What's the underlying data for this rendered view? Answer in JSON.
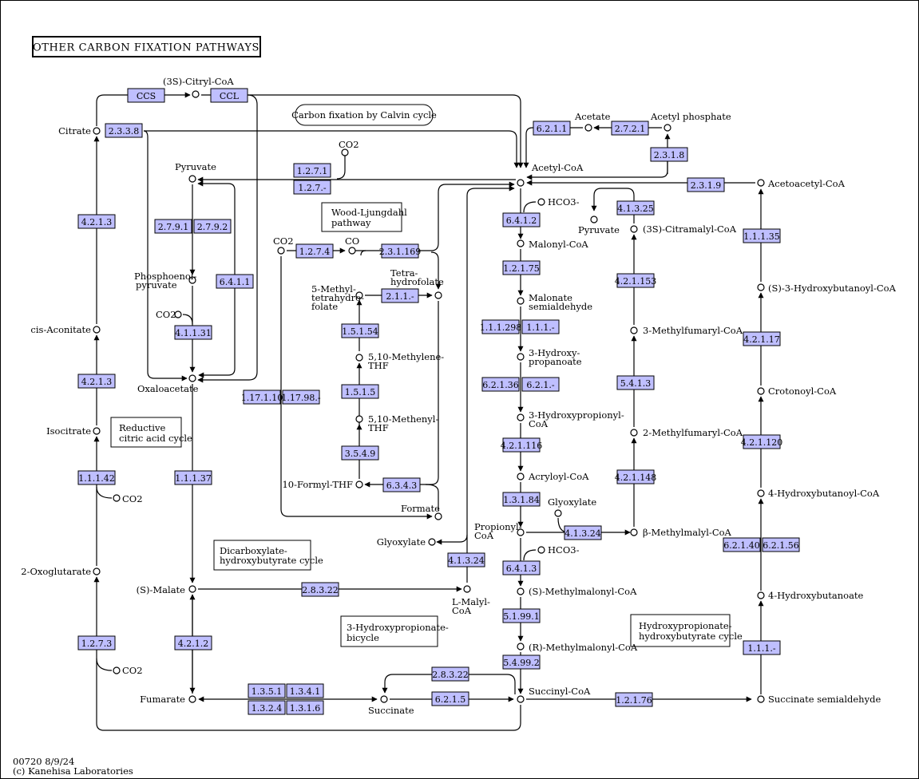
{
  "title": "OTHER CARBON FIXATION PATHWAYS",
  "footer": {
    "map_id": "00720 8/9/24",
    "copyright": "(c) Kanehisa Laboratories"
  },
  "colors": {
    "enzyme_fill": "#bfbfff",
    "stroke": "#000000",
    "background": "#ffffff"
  },
  "map_links": [
    {
      "id": "calvin",
      "lines": [
        "Carbon fixation by Calvin cycle"
      ]
    },
    {
      "id": "wood",
      "lines": [
        "Wood-Ljungdahl",
        "pathway"
      ]
    },
    {
      "id": "reductive",
      "lines": [
        "Reductive",
        "citric acid cycle"
      ]
    },
    {
      "id": "dicarboxylate",
      "lines": [
        "Dicarboxylate-",
        "hydroxybutyrate cycle"
      ]
    },
    {
      "id": "hp_bicycle",
      "lines": [
        "3-Hydroxypropionate-",
        "bicycle"
      ]
    },
    {
      "id": "hp_hb",
      "lines": [
        "Hydroxypropionate-",
        "hydroxybutyrate cycle"
      ]
    }
  ],
  "compounds": [
    {
      "id": "citryl",
      "lines": [
        "(3S)-Citryl-CoA"
      ]
    },
    {
      "id": "citrate",
      "lines": [
        "Citrate"
      ]
    },
    {
      "id": "cisacon",
      "lines": [
        "cis-Aconitate"
      ]
    },
    {
      "id": "isocit",
      "lines": [
        "Isocitrate"
      ]
    },
    {
      "id": "co2_isocit",
      "lines": [
        "CO2"
      ]
    },
    {
      "id": "oxoglut",
      "lines": [
        "2-Oxoglutarate"
      ]
    },
    {
      "id": "co2_oxo",
      "lines": [
        "CO2"
      ]
    },
    {
      "id": "pyruvate",
      "lines": [
        "Pyruvate"
      ]
    },
    {
      "id": "pep",
      "lines": [
        "Phosphoenol-",
        "pyruvate"
      ]
    },
    {
      "id": "co2_pep",
      "lines": [
        "CO2"
      ]
    },
    {
      "id": "oaa",
      "lines": [
        "Oxaloacetate"
      ]
    },
    {
      "id": "malate",
      "lines": [
        "(S)-Malate"
      ]
    },
    {
      "id": "fumarate",
      "lines": [
        "Fumarate"
      ]
    },
    {
      "id": "succinate",
      "lines": [
        "Succinate"
      ]
    },
    {
      "id": "co2_pyr",
      "lines": [
        "CO2"
      ]
    },
    {
      "id": "co2_wl",
      "lines": [
        "CO2"
      ]
    },
    {
      "id": "co",
      "lines": [
        "CO"
      ]
    },
    {
      "id": "thf",
      "lines": [
        "Tetra-",
        "hydrofolate"
      ]
    },
    {
      "id": "methylthf",
      "lines": [
        "5-Methyl-",
        "tetrahydro-",
        "folate"
      ]
    },
    {
      "id": "methylene",
      "lines": [
        "5,10-Methylene-",
        "THF"
      ]
    },
    {
      "id": "methenyl",
      "lines": [
        "5,10-Methenyl-",
        "THF"
      ]
    },
    {
      "id": "formylthf",
      "lines": [
        "10-Formyl-THF"
      ]
    },
    {
      "id": "formate",
      "lines": [
        "Formate"
      ]
    },
    {
      "id": "glyox_l",
      "lines": [
        "Glyoxylate"
      ]
    },
    {
      "id": "lmalyl",
      "lines": [
        "L-Malyl-",
        "CoA"
      ]
    },
    {
      "id": "acetylcoa",
      "lines": [
        "Acetyl-CoA"
      ]
    },
    {
      "id": "hco3_a",
      "lines": [
        "HCO3-"
      ]
    },
    {
      "id": "malonyl",
      "lines": [
        "Malonyl-CoA"
      ]
    },
    {
      "id": "malsemi",
      "lines": [
        "Malonate",
        "semialdehyde"
      ]
    },
    {
      "id": "hp",
      "lines": [
        "3-Hydroxy-",
        "propanoate"
      ]
    },
    {
      "id": "hpcoa",
      "lines": [
        "3-Hydroxypropionyl-",
        "CoA"
      ]
    },
    {
      "id": "acryloyl",
      "lines": [
        "Acryloyl-CoA"
      ]
    },
    {
      "id": "propionyl",
      "lines": [
        "Propionyl-",
        "CoA"
      ]
    },
    {
      "id": "glyox_r",
      "lines": [
        "Glyoxylate"
      ]
    },
    {
      "id": "hco3_b",
      "lines": [
        "HCO3-"
      ]
    },
    {
      "id": "smm",
      "lines": [
        "(S)-Methylmalonyl-CoA"
      ]
    },
    {
      "id": "rmm",
      "lines": [
        "(R)-Methylmalonyl-CoA"
      ]
    },
    {
      "id": "succcoa",
      "lines": [
        "Succinyl-CoA"
      ]
    },
    {
      "id": "succsemi",
      "lines": [
        "Succinate semialdehyde"
      ]
    },
    {
      "id": "acetate",
      "lines": [
        "Acetate"
      ]
    },
    {
      "id": "acetylp",
      "lines": [
        "Acetyl phosphate"
      ]
    },
    {
      "id": "pyr_r",
      "lines": [
        "Pyruvate"
      ]
    },
    {
      "id": "citramalyl",
      "lines": [
        "(3S)-Citramalyl-CoA"
      ]
    },
    {
      "id": "mesaconyl",
      "lines": [
        "3-Methylfumaryl-CoA"
      ]
    },
    {
      "id": "methylfumaryl2",
      "lines": [
        "2-Methylfumaryl-CoA"
      ]
    },
    {
      "id": "bmethylmalyl",
      "lines": [
        "β-Methylmalyl-CoA"
      ]
    },
    {
      "id": "acetoacetyl",
      "lines": [
        "Acetoacetyl-CoA"
      ]
    },
    {
      "id": "hbutanoyl",
      "lines": [
        "(S)-3-Hydroxybutanoyl-CoA"
      ]
    },
    {
      "id": "crotonoyl",
      "lines": [
        "Crotonoyl-CoA"
      ]
    },
    {
      "id": "hbcoa4",
      "lines": [
        "4-Hydroxybutanoyl-CoA"
      ]
    },
    {
      "id": "hb4",
      "lines": [
        "4-Hydroxybutanoate"
      ]
    }
  ],
  "enzymes": [
    {
      "id": "e_ccs",
      "label": "CCS"
    },
    {
      "id": "e_ccl",
      "label": "CCL"
    },
    {
      "id": "e_2338",
      "label": "2.3.3.8"
    },
    {
      "id": "e_4213a",
      "label": "4.2.1.3"
    },
    {
      "id": "e_4213b",
      "label": "4.2.1.3"
    },
    {
      "id": "e_11142",
      "label": "1.1.1.42"
    },
    {
      "id": "e_1273",
      "label": "1.2.7.3"
    },
    {
      "id": "e_1271",
      "label": "1.2.7.1"
    },
    {
      "id": "e_127x",
      "label": "1.2.7.-"
    },
    {
      "id": "e_2791",
      "label": "2.7.9.1"
    },
    {
      "id": "e_2792",
      "label": "2.7.9.2"
    },
    {
      "id": "e_6411",
      "label": "6.4.1.1"
    },
    {
      "id": "e_41131",
      "label": "4.1.1.31"
    },
    {
      "id": "e_11137",
      "label": "1.1.1.37"
    },
    {
      "id": "e_4212",
      "label": "4.2.1.2"
    },
    {
      "id": "e_1351",
      "label": "1.3.5.1"
    },
    {
      "id": "e_1341",
      "label": "1.3.4.1"
    },
    {
      "id": "e_1324",
      "label": "1.3.2.4"
    },
    {
      "id": "e_1316",
      "label": "1.3.1.6"
    },
    {
      "id": "e_11710",
      "label": "1.17.1.10"
    },
    {
      "id": "e_11798",
      "label": "1.17.98.-"
    },
    {
      "id": "e_1274",
      "label": "1.2.7.4"
    },
    {
      "id": "e_231169",
      "label": "2.3.1.169"
    },
    {
      "id": "e_211",
      "label": "2.1.1.-"
    },
    {
      "id": "e_15154",
      "label": "1.5.1.54"
    },
    {
      "id": "e_1515",
      "label": "1.5.1.5"
    },
    {
      "id": "e_3549",
      "label": "3.5.4.9"
    },
    {
      "id": "e_6343",
      "label": "6.3.4.3"
    },
    {
      "id": "e_41324a",
      "label": "4.1.3.24"
    },
    {
      "id": "e_28322a",
      "label": "2.8.3.22"
    },
    {
      "id": "e_28322b",
      "label": "2.8.3.22"
    },
    {
      "id": "e_6215",
      "label": "6.2.1.5"
    },
    {
      "id": "e_6412a",
      "label": "6.4.1.2"
    },
    {
      "id": "e_12175",
      "label": "1.2.1.75"
    },
    {
      "id": "e_111298",
      "label": "1.1.1.298"
    },
    {
      "id": "e_111x",
      "label": "1.1.1.-"
    },
    {
      "id": "e_62136",
      "label": "6.2.1.36"
    },
    {
      "id": "e_621x",
      "label": "6.2.1.-"
    },
    {
      "id": "e_421116",
      "label": "4.2.1.116"
    },
    {
      "id": "e_13184",
      "label": "1.3.1.84"
    },
    {
      "id": "e_6413",
      "label": "6.4.1.3"
    },
    {
      "id": "e_51991",
      "label": "5.1.99.1"
    },
    {
      "id": "e_549922",
      "label": "5.4.99.2"
    },
    {
      "id": "e_6211",
      "label": "6.2.1.1"
    },
    {
      "id": "e_2721",
      "label": "2.7.2.1"
    },
    {
      "id": "e_2318",
      "label": "2.3.1.8"
    },
    {
      "id": "e_4132",
      "label": "4.1.3.25"
    },
    {
      "id": "e_421153",
      "label": "4.2.1.153"
    },
    {
      "id": "e_5413",
      "label": "5.4.1.3"
    },
    {
      "id": "e_421148",
      "label": "4.2.1.148"
    },
    {
      "id": "e_41324b",
      "label": "4.1.3.24"
    },
    {
      "id": "e_2319",
      "label": "2.3.1.9"
    },
    {
      "id": "e_11135",
      "label": "1.1.1.35"
    },
    {
      "id": "e_42117",
      "label": "4.2.1.17"
    },
    {
      "id": "e_421120",
      "label": "4.2.1.120"
    },
    {
      "id": "e_62140",
      "label": "6.2.1.40"
    },
    {
      "id": "e_62156",
      "label": "6.2.1.56"
    },
    {
      "id": "e_111y",
      "label": "1.1.1.-"
    },
    {
      "id": "e_12176",
      "label": "1.2.1.76"
    }
  ]
}
